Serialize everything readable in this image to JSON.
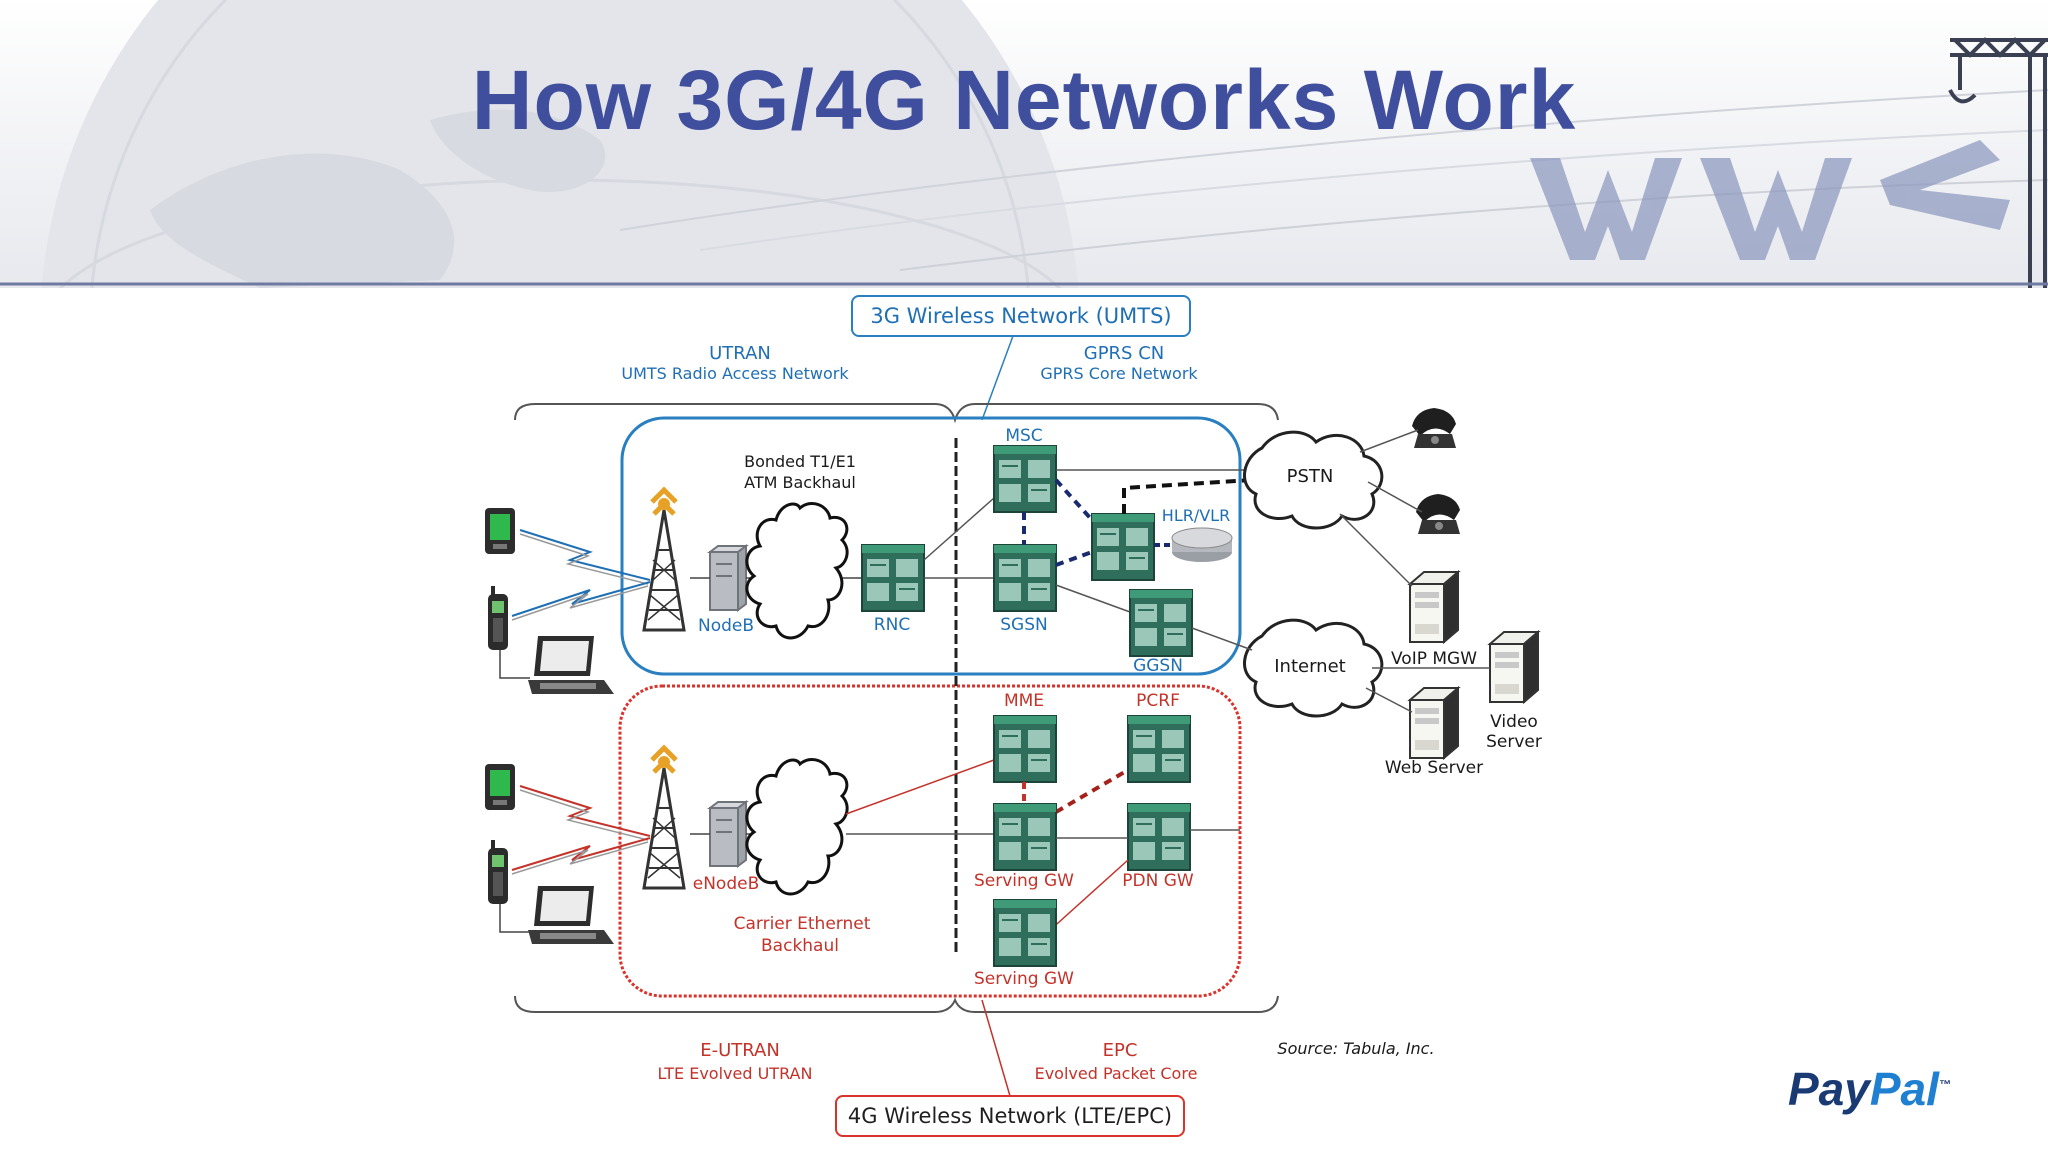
{
  "title": "How 3G/4G Networks Work",
  "umts": {
    "network_label": "3G Wireless Network (UMTS)",
    "utran_title": "UTRAN",
    "utran_sub": "UMTS Radio Access Network",
    "gprs_title": "GPRS CN",
    "gprs_sub": "GPRS Core Network",
    "backhaul_1": "Bonded T1/E1",
    "backhaul_2": "ATM Backhaul",
    "nodeb": "NodeB",
    "rnc": "RNC",
    "msc": "MSC",
    "sgsn": "SGSN",
    "hlr": "HLR/VLR",
    "ggsn": "GGSN"
  },
  "lte": {
    "network_label": "4G Wireless Network (LTE/EPC)",
    "eutran_title": "E-UTRAN",
    "eutran_sub": "LTE Evolved UTRAN",
    "epc_title": "EPC",
    "epc_sub": "Evolved Packet Core",
    "enodeb": "eNodeB",
    "backhaul_1": "Carrier Ethernet",
    "backhaul_2": "Backhaul",
    "mme": "MME",
    "pcrf": "PCRF",
    "serving_gw": "Serving GW",
    "pdn_gw": "PDN GW",
    "serving_gw_2": "Serving GW"
  },
  "external": {
    "pstn": "PSTN",
    "internet": "Internet",
    "voip": "VoIP MGW",
    "video_1": "Video",
    "video_2": "Server",
    "web": "Web Server"
  },
  "source": "Source: Tabula, Inc.",
  "logo": {
    "part1": "Pay",
    "part2": "Pal",
    "tm": "™"
  },
  "colors": {
    "title": "#3f4f9e",
    "umts": "#1f6fb5",
    "lte": "#d23a33",
    "equipment": "#2f8a6a"
  }
}
